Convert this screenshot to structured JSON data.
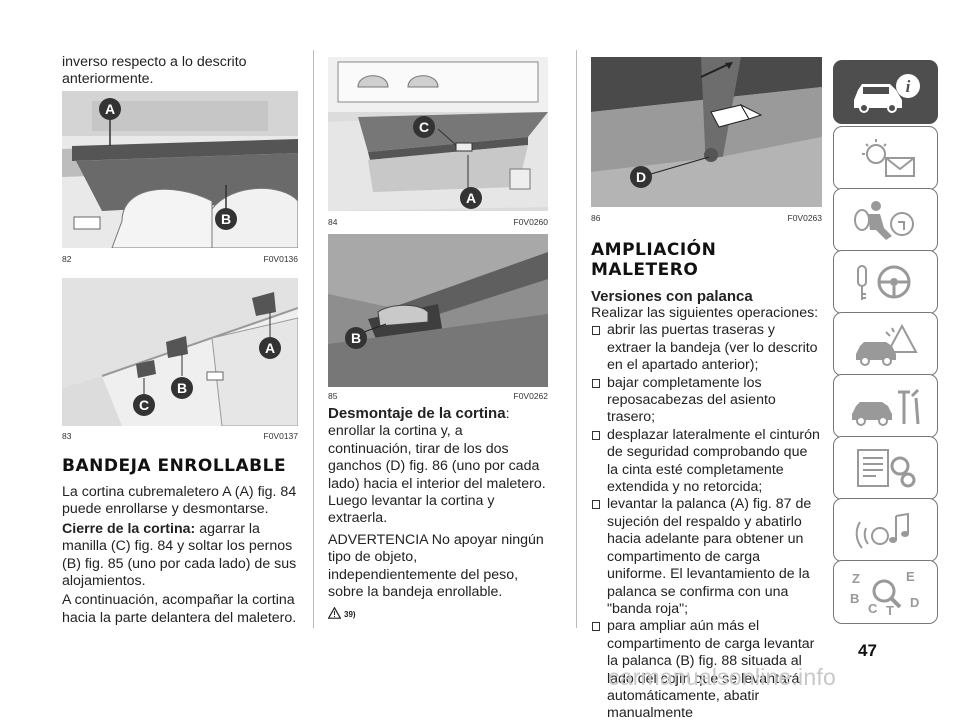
{
  "col1": {
    "intro": "inverso respecto a lo descrito anteriormente.",
    "fig82": {
      "num": "82",
      "code": "F0V0136",
      "labels": [
        "A",
        "B"
      ]
    },
    "fig83": {
      "num": "83",
      "code": "F0V0137",
      "labels": [
        "A",
        "B",
        "C"
      ]
    },
    "heading": "BANDEJA ENROLLABLE",
    "p1": "La cortina cubremaletero A (A) fig. 84 puede enrollarse y desmontarse.",
    "p2_bold": "Cierre de la cortina:",
    "p2": " agarrar la manilla (C) fig. 84 y soltar los pernos (B) fig. 85 (uno por cada lado) de sus alojamientos.",
    "p3": "A continuación, acompañar la cortina hacia la parte delantera del maletero."
  },
  "col2": {
    "fig84": {
      "num": "84",
      "code": "F0V0260",
      "labels": [
        "C",
        "A"
      ]
    },
    "fig85": {
      "num": "85",
      "code": "F0V0262",
      "labels": [
        "B"
      ]
    },
    "p1_bold": "Desmontaje de la cortina",
    "p1": ": enrollar la cortina y, a continuación, tirar de los dos ganchos (D) fig. 86 (uno por cada lado) hacia el interior del maletero. Luego levantar la cortina y extraerla.",
    "p2": "ADVERTENCIA No apoyar ningún tipo de objeto, independientemente del peso, sobre la bandeja enrollable.",
    "warn_ref": "39)"
  },
  "col3": {
    "fig86": {
      "num": "86",
      "code": "F0V0263",
      "labels": [
        "D"
      ]
    },
    "heading": "AMPLIACIÓN MALETERO",
    "subhead": "Versiones con palanca",
    "intro": "Realizar las siguientes operaciones:",
    "bullets": [
      "abrir las puertas traseras y extraer la bandeja (ver lo descrito en el apartado anterior);",
      "bajar completamente los reposacabezas del asiento trasero;",
      "desplazar lateralmente el cinturón de seguridad comprobando que la cinta esté completamente extendida y no retorcida;",
      "levantar la palanca (A) fig. 87 de sujeción del respaldo y abatirlo hacia adelante para obtener un compartimento de carga uniforme. El levantamiento de la palanca se confirma con una \"banda roja\";",
      "para ampliar aún más el compartimento de carga levantar la palanca (B) fig. 88 situada al lado del cojín que se levantará automáticamente, abatir manualmente"
    ]
  },
  "sidebar": {
    "tabs": [
      {
        "icon": "car-info-icon",
        "active": true
      },
      {
        "icon": "warning-lights-mail-icon",
        "active": false
      },
      {
        "icon": "airbag-safety-icon",
        "active": false
      },
      {
        "icon": "steering-wheel-key-icon",
        "active": false
      },
      {
        "icon": "car-breakdown-icon",
        "active": false
      },
      {
        "icon": "car-maintenance-icon",
        "active": false
      },
      {
        "icon": "technical-data-icon",
        "active": false
      },
      {
        "icon": "multimedia-icon",
        "active": false
      },
      {
        "icon": "alphabetical-index-icon",
        "active": false
      }
    ],
    "index_letters": [
      "Z",
      "E",
      "B",
      "D",
      "C",
      "T"
    ]
  },
  "page_number": "47",
  "watermark": "carmanualsonline.info"
}
